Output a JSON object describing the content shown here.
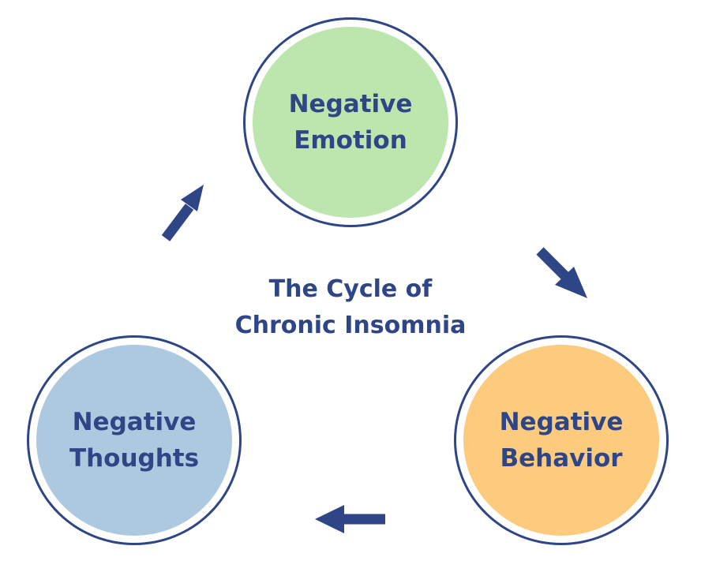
{
  "diagram": {
    "title_lines": [
      "The Cycle of",
      "Chronic Insomnia"
    ],
    "nodes": [
      {
        "id": "emotion",
        "lines": [
          "Negative",
          "Emotion"
        ],
        "fill": "#bde5ae"
      },
      {
        "id": "behavior",
        "lines": [
          "Negative",
          "Behavior"
        ],
        "fill": "#fdcb7e"
      },
      {
        "id": "thoughts",
        "lines": [
          "Negative",
          "Thoughts"
        ],
        "fill": "#adc9df"
      }
    ],
    "edges": [
      {
        "from": "thoughts",
        "to": "emotion"
      },
      {
        "from": "emotion",
        "to": "behavior"
      },
      {
        "from": "behavior",
        "to": "thoughts"
      }
    ],
    "colors": {
      "stroke": "#2e4586",
      "text": "#2e4586"
    }
  }
}
